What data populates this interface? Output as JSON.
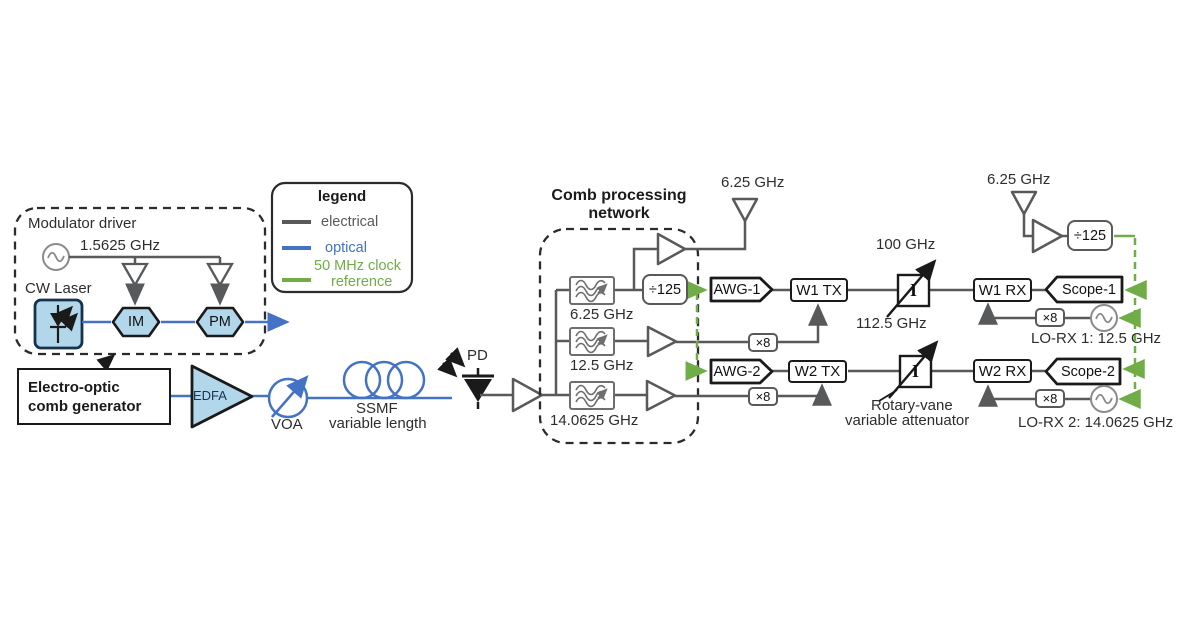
{
  "figure": {
    "modulator_driver": {
      "title": "Modulator driver",
      "osc_freq": "1.5625 GHz",
      "cw_laser": "CW Laser",
      "im": "IM",
      "pm": "PM"
    },
    "legend": {
      "title": "legend",
      "electrical": "electrical",
      "optical": "optical",
      "clock_line1": "50 MHz clock",
      "clock_line2": "reference"
    },
    "comb_generator": {
      "name_line1": "Electro-optic",
      "name_line2": "comb generator",
      "edfa": "EDFA",
      "voa": "VOA",
      "ssmf_line1": "SSMF",
      "ssmf_line2": "variable length",
      "pd": "PD"
    },
    "comb_network": {
      "title_line1": "Comb processing",
      "title_line2": "network",
      "filter1": "6.25 GHz",
      "filter2": "12.5 GHz",
      "filter3": "14.0625 GHz",
      "divider": "÷125"
    },
    "tx_antenna": "6.25 GHz",
    "rx_antenna": "6.25 GHz",
    "rx_divider": "÷125",
    "link1": {
      "awg": "AWG-1",
      "tx": "W1 TX",
      "mult": "×8",
      "carrier": "100 GHz",
      "rx": "W1 RX",
      "scope": "Scope-1",
      "lo_mult": "×8",
      "lo": "LO-RX 1: 12.5 GHz"
    },
    "link2": {
      "awg": "AWG-2",
      "tx": "W2 TX",
      "mult": "×8",
      "carrier": "112.5 GHz",
      "rx": "W2 RX",
      "scope": "Scope-2",
      "lo_mult": "×8",
      "lo": "LO-RX 2: 14.0625 GHz"
    },
    "attenuator": {
      "symbol": "I",
      "label_line1": "Rotary-vane",
      "label_line2": "variable attenuator"
    },
    "colors": {
      "electrical": "#58595b",
      "optical": "#4472c4",
      "clock_reference": "#70ad47",
      "component_fill": "#b3d7ea"
    }
  }
}
